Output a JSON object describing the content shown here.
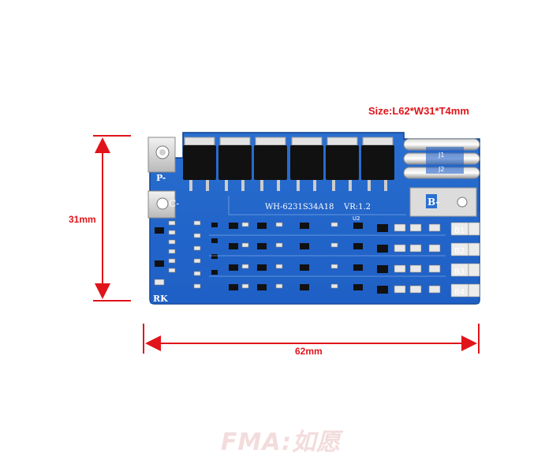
{
  "size_label": "Size:L62*W31*T4mm",
  "dim_width": "62mm",
  "dim_height": "31mm",
  "board": {
    "model": "WH-6231S34A18",
    "version": "VR:1.2",
    "pad_p": "P-",
    "pad_c": "C-",
    "pad_b": "B-",
    "pad_rk": "RK",
    "chip_u2": "U2",
    "coil_labels": [
      "J1",
      "J2"
    ],
    "cell_labels": [
      "B1",
      "B2",
      "B3",
      "B4"
    ]
  },
  "watermark": "FMA:如愿"
}
